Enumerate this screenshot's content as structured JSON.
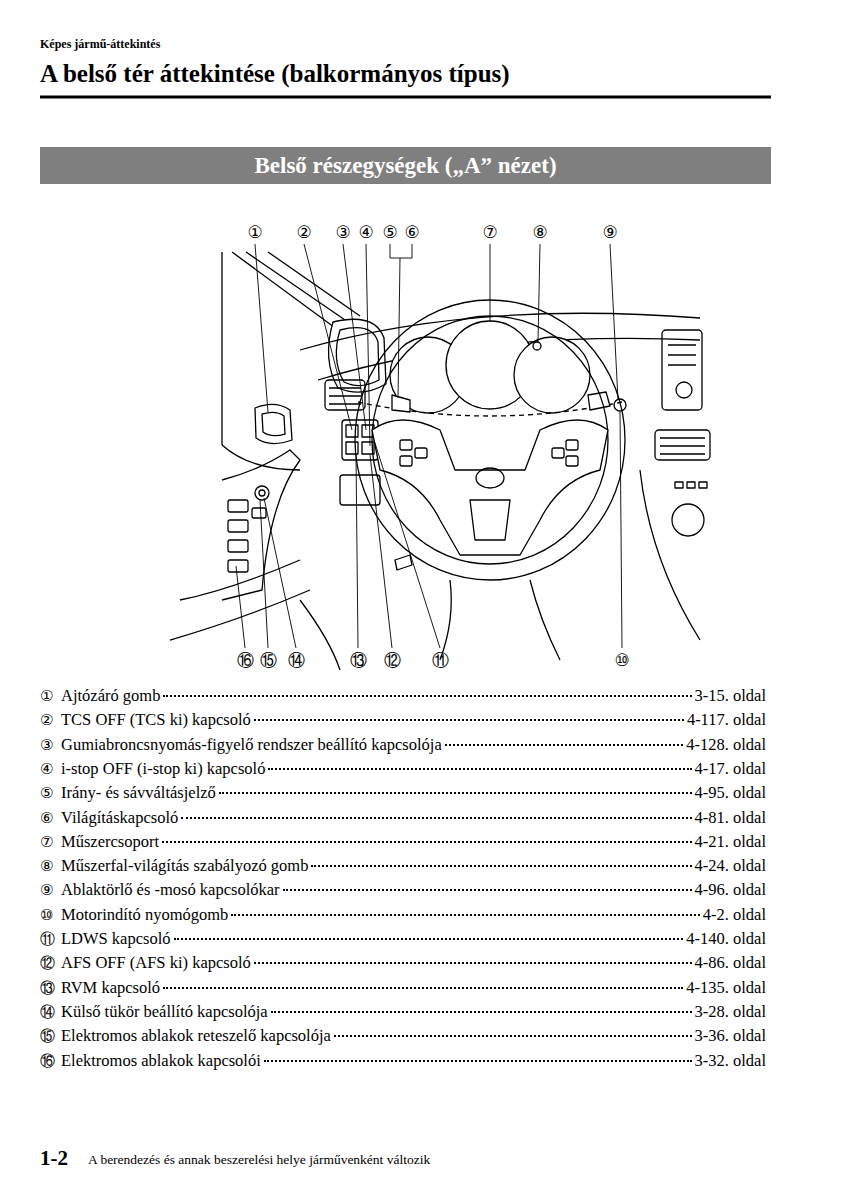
{
  "diagram": {
    "title": "A belső tér áttekintése (balkormányos típus)",
    "nodes": [
      {
        "text": [
          "Belső részegységek („A” nézet)"
        ]
      }
    ],
    "labels": [
      "Képes jármű-áttekintés",
      "①",
      "②",
      "③",
      "④",
      "⑤",
      "⑥",
      "⑦",
      "⑧",
      "⑨",
      "⑯",
      "⑮",
      "⑭",
      "⑬",
      "⑫",
      "⑪",
      "⑩",
      "①",
      "Ajtózáró gomb",
      "3-15. oldal",
      "②",
      "TCS OFF (TCS ki) kapcsoló",
      "4-117. oldal",
      "③",
      "Gumiabroncsnyomás-figyelő rendszer beállító kapcsolója",
      "4-128. oldal",
      "④",
      "i-stop OFF (i-stop ki) kapcsoló",
      "4-17. oldal",
      "⑤",
      "Irány- és sávváltásjelző",
      "4-95. oldal",
      "⑥",
      "Világításkapcsoló",
      "4-81. oldal",
      "⑦",
      "Műszercsoport",
      "4-21. oldal",
      "⑧",
      "Műszerfal-világítás szabályozó gomb",
      "4-24. oldal",
      "⑨",
      "Ablaktörlő és -mosó kapcsolókar",
      "4-96. oldal",
      "⑩",
      "Motorindító nyomógomb",
      "4-2. oldal",
      "⑪",
      "LDWS kapcsoló",
      "4-140. oldal",
      "⑫",
      "AFS OFF (AFS ki) kapcsoló",
      "4-86. oldal",
      "⑬",
      "RVM kapcsoló",
      "4-135. oldal",
      "⑭",
      "Külső tükör beállító kapcsolója",
      "3-28. oldal",
      "⑮",
      "Elektromos ablakok reteszelő kapcsolója",
      "3-36. oldal",
      "⑯",
      "Elektromos ablakok kapcsolói",
      "3-32. oldal",
      "1-2",
      "A berendezés és annak beszerelési helye járművenként változik"
    ]
  }
}
